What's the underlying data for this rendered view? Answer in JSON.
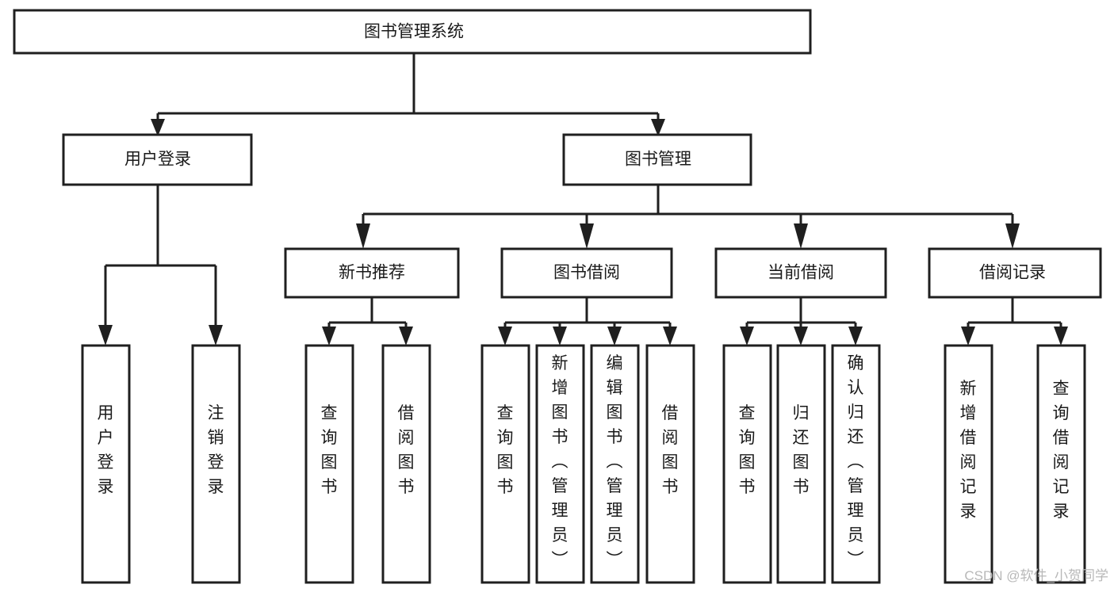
{
  "diagram": {
    "title": "图书管理系统",
    "type": "hierarchy-tree",
    "orientation": "top-down",
    "background_color": "#ffffff",
    "box_stroke_color": "#1f1f1f",
    "box_fill_color": "#ffffff",
    "text_color": "#1a1a1a",
    "connector_color": "#1f1f1f"
  },
  "nodes": {
    "root": {
      "label": "图书管理系统",
      "level": 0,
      "orientation": "horizontal"
    },
    "user_login": {
      "label": "用户登录",
      "level": 1,
      "orientation": "horizontal"
    },
    "book_manage": {
      "label": "图书管理",
      "level": 1,
      "orientation": "horizontal"
    },
    "new_book_rec": {
      "label": "新书推荐",
      "level": 2,
      "orientation": "horizontal"
    },
    "book_borrow": {
      "label": "图书借阅",
      "level": 2,
      "orientation": "horizontal"
    },
    "current_borrow": {
      "label": "当前借阅",
      "level": 2,
      "orientation": "horizontal"
    },
    "borrow_record": {
      "label": "借阅记录",
      "level": 2,
      "orientation": "horizontal"
    },
    "leaf_user_login": {
      "label": "用户登录",
      "level": 3,
      "orientation": "vertical"
    },
    "leaf_logout": {
      "label": "注销登录",
      "level": 3,
      "orientation": "vertical"
    },
    "leaf_query_book_1": {
      "label": "查询图书",
      "level": 3,
      "orientation": "vertical"
    },
    "leaf_borrow_book_1": {
      "label": "借阅图书",
      "level": 3,
      "orientation": "vertical"
    },
    "leaf_query_book_2": {
      "label": "查询图书",
      "level": 3,
      "orientation": "vertical"
    },
    "leaf_add_book": {
      "label": "新增图书（管理员）",
      "level": 3,
      "orientation": "vertical"
    },
    "leaf_edit_book": {
      "label": "编辑图书（管理员）",
      "level": 3,
      "orientation": "vertical"
    },
    "leaf_borrow_book_2": {
      "label": "借阅图书",
      "level": 3,
      "orientation": "vertical"
    },
    "leaf_query_book_3": {
      "label": "查询图书",
      "level": 3,
      "orientation": "vertical"
    },
    "leaf_return_book": {
      "label": "归还图书",
      "level": 3,
      "orientation": "vertical"
    },
    "leaf_confirm_return": {
      "label": "确认归还（管理员）",
      "level": 3,
      "orientation": "vertical"
    },
    "leaf_add_record": {
      "label": "新增借阅记录",
      "level": 3,
      "orientation": "vertical"
    },
    "leaf_query_record": {
      "label": "查询借阅记录",
      "level": 3,
      "orientation": "vertical"
    }
  },
  "edges": [
    {
      "from": "root",
      "to": "user_login"
    },
    {
      "from": "root",
      "to": "book_manage"
    },
    {
      "from": "user_login",
      "to": "leaf_user_login"
    },
    {
      "from": "user_login",
      "to": "leaf_logout"
    },
    {
      "from": "book_manage",
      "to": "new_book_rec"
    },
    {
      "from": "book_manage",
      "to": "book_borrow"
    },
    {
      "from": "book_manage",
      "to": "current_borrow"
    },
    {
      "from": "book_manage",
      "to": "borrow_record"
    },
    {
      "from": "new_book_rec",
      "to": "leaf_query_book_1"
    },
    {
      "from": "new_book_rec",
      "to": "leaf_borrow_book_1"
    },
    {
      "from": "book_borrow",
      "to": "leaf_query_book_2"
    },
    {
      "from": "book_borrow",
      "to": "leaf_add_book"
    },
    {
      "from": "book_borrow",
      "to": "leaf_edit_book"
    },
    {
      "from": "book_borrow",
      "to": "leaf_borrow_book_2"
    },
    {
      "from": "current_borrow",
      "to": "leaf_query_book_3"
    },
    {
      "from": "current_borrow",
      "to": "leaf_return_book"
    },
    {
      "from": "current_borrow",
      "to": "leaf_confirm_return"
    },
    {
      "from": "borrow_record",
      "to": "leaf_add_record"
    },
    {
      "from": "borrow_record",
      "to": "leaf_query_record"
    }
  ],
  "watermark": {
    "text": "CSDN @软件_小贺同学",
    "color": "#b8b8b8"
  }
}
